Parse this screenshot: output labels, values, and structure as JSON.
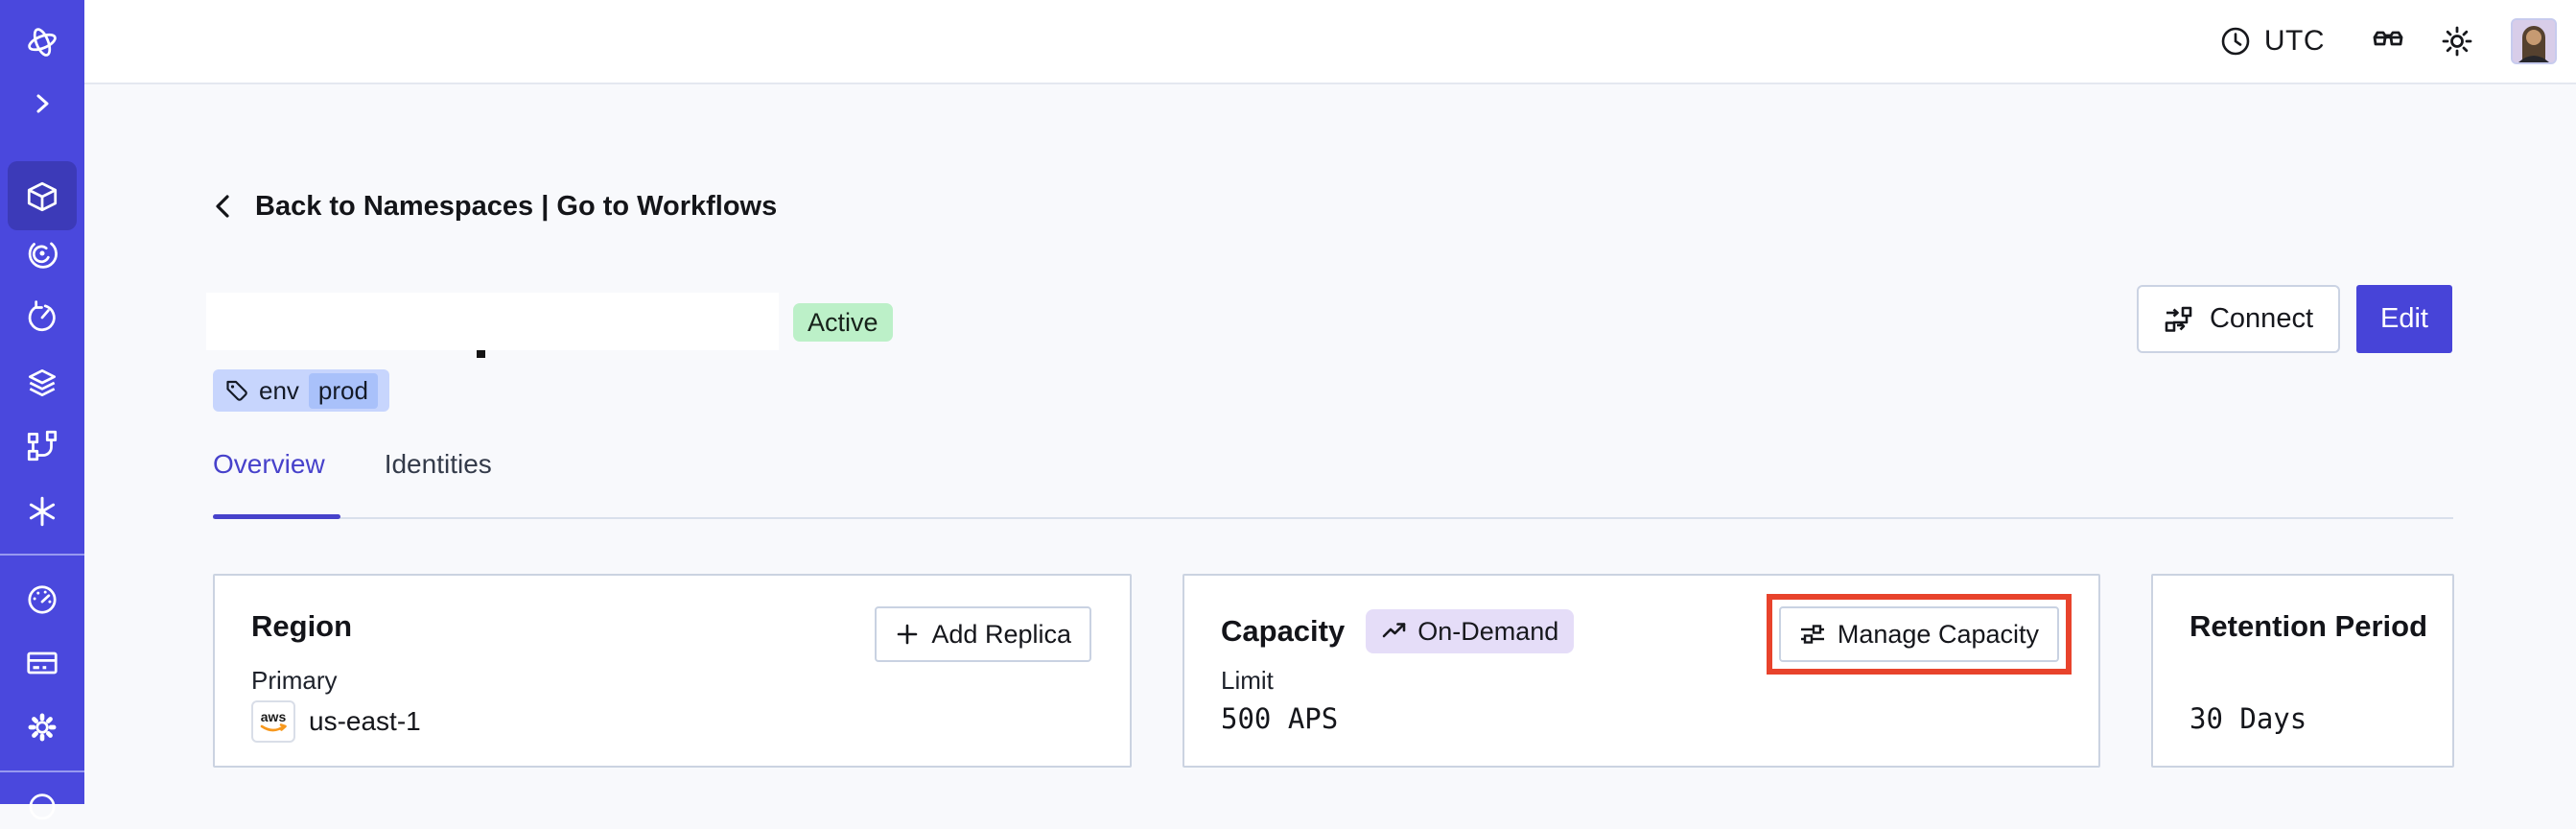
{
  "sidebar": {
    "active_item": "namespaces",
    "items": [
      {
        "icon": "temporal-logo-icon"
      },
      {
        "icon": "chevron-right-icon"
      },
      {
        "icon": "namespaces-cube-icon"
      },
      {
        "icon": "workflows-spiral-icon"
      },
      {
        "icon": "schedules-timer-icon"
      },
      {
        "icon": "deployments-layers-icon"
      },
      {
        "icon": "batch-operations-branch-icon"
      },
      {
        "icon": "nexus-asterisk-icon"
      },
      {
        "icon": "usage-gauge-icon"
      },
      {
        "icon": "billing-card-icon"
      },
      {
        "icon": "settings-gear-icon"
      },
      {
        "icon": "partial-circle-icon"
      }
    ]
  },
  "topbar": {
    "timezone_label": "UTC",
    "icons": [
      "clock-icon",
      "glasses-icon",
      "sun-icon"
    ],
    "avatar": "user-avatar"
  },
  "breadcrumb": {
    "label": "Back to Namespaces | Go to Workflows"
  },
  "namespace": {
    "status": "Active",
    "tag_key": "env",
    "tag_value": "prod"
  },
  "actions": {
    "connect_label": "Connect",
    "edit_label": "Edit"
  },
  "tabs": {
    "overview": "Overview",
    "identities": "Identities"
  },
  "cards": {
    "region": {
      "title": "Region",
      "add_replica_label": "Add Replica",
      "field_label": "Primary",
      "provider": "aws",
      "value": "us-east-1"
    },
    "capacity": {
      "title": "Capacity",
      "badge": "On-Demand",
      "manage_label": "Manage Capacity",
      "field_label": "Limit",
      "value": "500 APS"
    },
    "retention": {
      "title": "Retention Period",
      "value": "30 Days"
    }
  },
  "colors": {
    "sidebar": "#4A48DD",
    "sidebar_active_tile": "#3C3AB8",
    "accent_indigo": "#4744D8",
    "active_badge_bg": "#BCF0C8",
    "tag_bg": "#C7D5FD",
    "tag_chip_bg": "#A9C1FA",
    "ondemand_badge_bg": "#E5DDF8",
    "annotation_red": "#E8432C",
    "page_background": "#F8F9FC",
    "aws_smile_orange": "#F7981D"
  }
}
